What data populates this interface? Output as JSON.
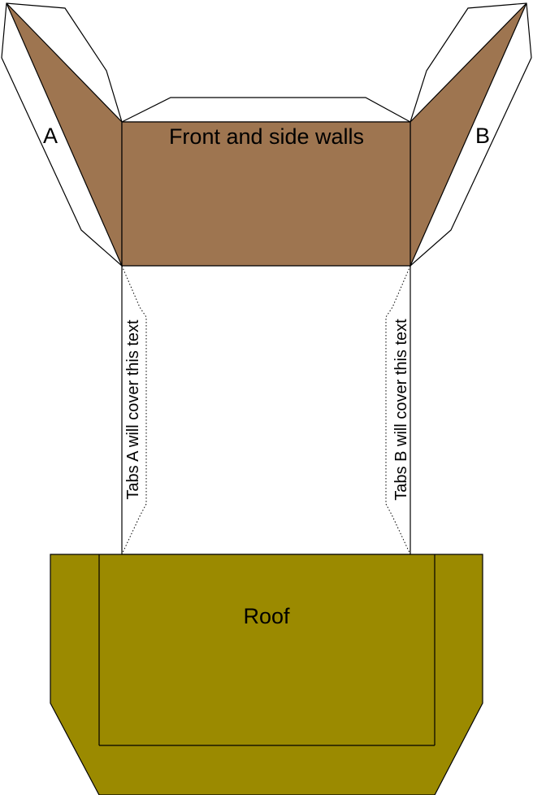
{
  "labels": {
    "tab_a": "A",
    "tab_b": "B",
    "front_side_walls": "Front and side walls",
    "tabs_a_note": "Tabs A will cover this text",
    "tabs_b_note": "Tabs B will cover this text",
    "roof": "Roof"
  },
  "colors": {
    "walls": "#9e7550",
    "roof": "#9b8a00",
    "tab": "#ffffff",
    "line": "#000000"
  }
}
